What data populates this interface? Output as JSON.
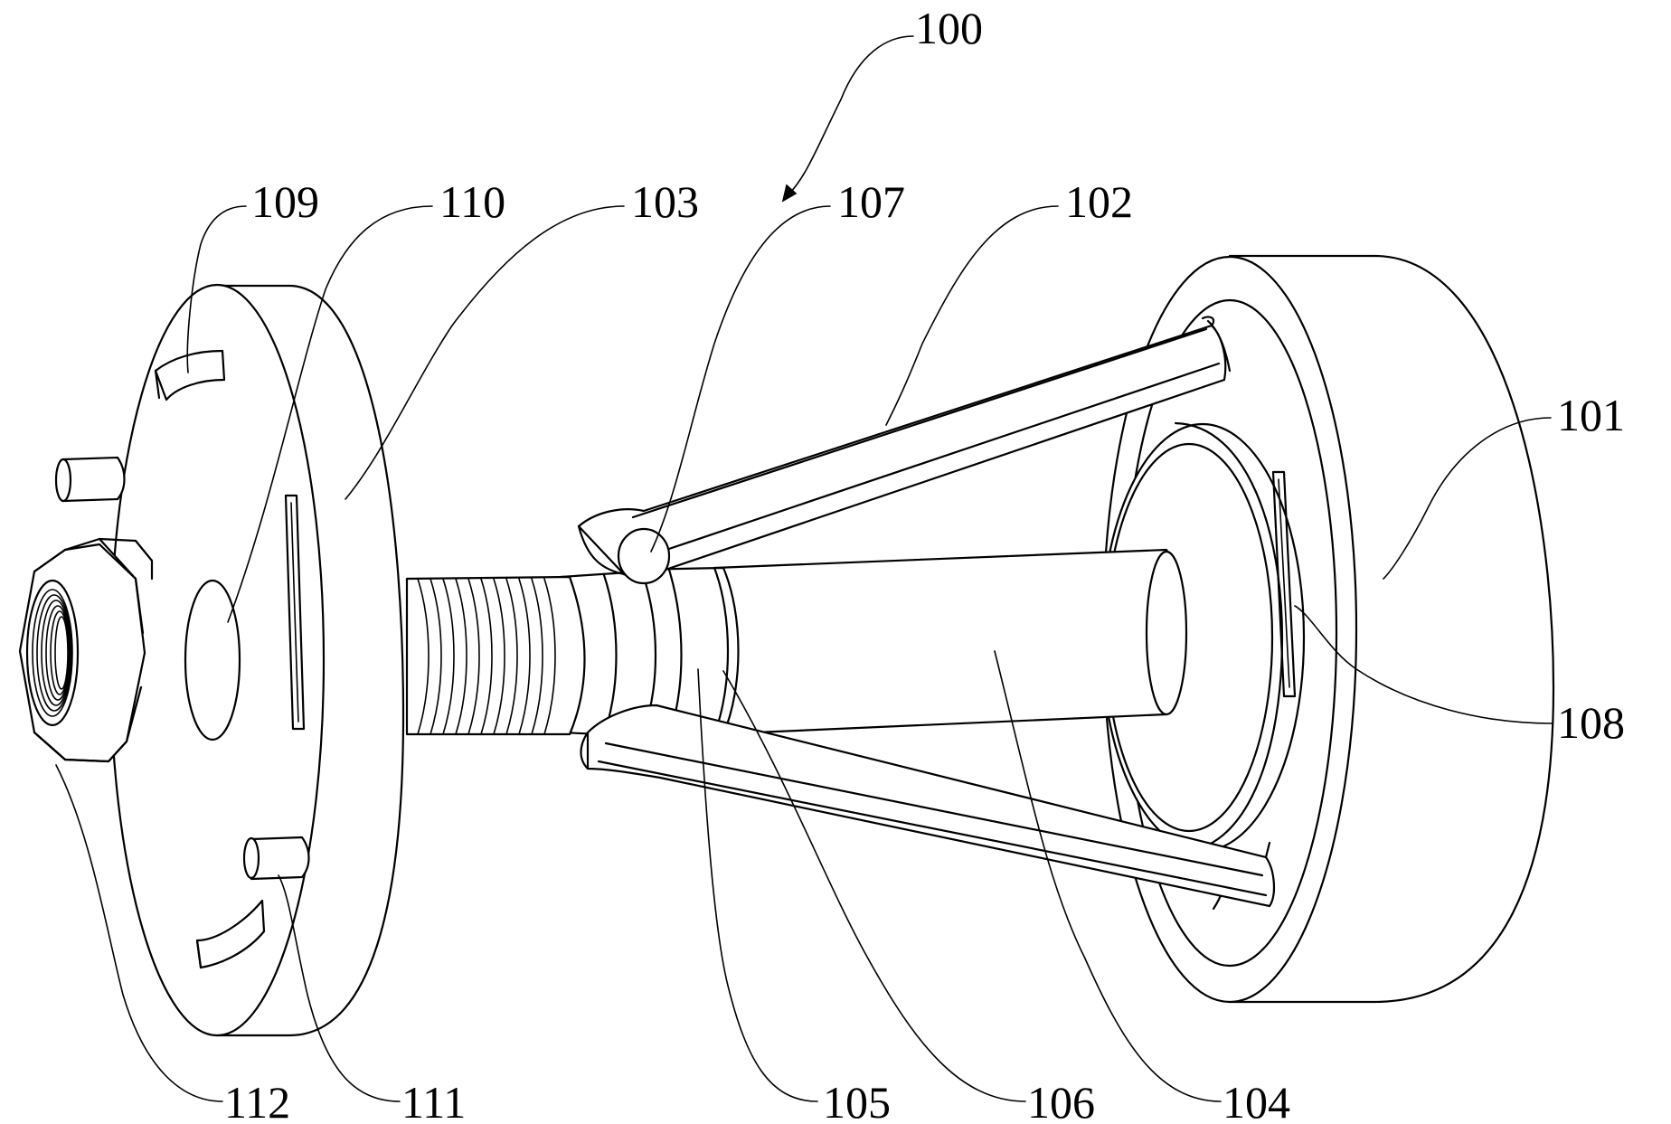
{
  "labels": {
    "l100": "100",
    "l101": "101",
    "l102": "102",
    "l103": "103",
    "l104": "104",
    "l105": "105",
    "l106": "106",
    "l107": "107",
    "l108": "108",
    "l109": "109",
    "l110": "110",
    "l111": "111",
    "l112": "112"
  },
  "colors": {
    "line": "#000000",
    "background": "#ffffff"
  }
}
